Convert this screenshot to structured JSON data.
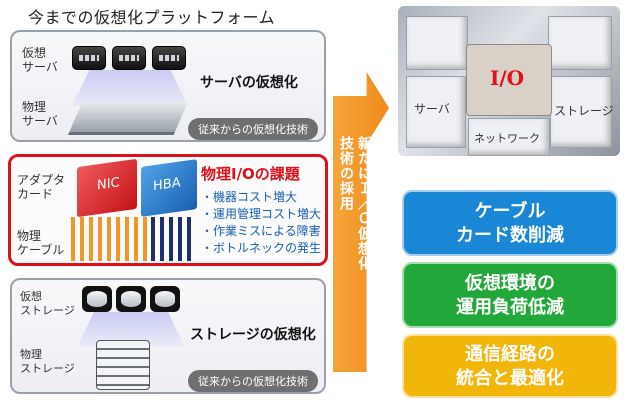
{
  "title": "今までの仮想化プラットフォーム",
  "panel_server": {
    "virtual_label": "仮想\nサーバ",
    "physical_label": "物理\nサーバ",
    "heading": "サーバの仮想化",
    "pill": "従来からの仮想化技術"
  },
  "panel_io": {
    "adapter_label": "アダプタ\nカード",
    "cable_label": "物理\nケーブル",
    "heading": "物理I/Oの課題",
    "nic": "NIC",
    "hba": "HBA",
    "issues": [
      "機器コスト増大",
      "運用管理コスト増大",
      "作業ミスによる障害",
      "ボトルネックの発生"
    ]
  },
  "panel_storage": {
    "virtual_label": "仮想\nストレージ",
    "physical_label": "物理\nストレージ",
    "heading": "ストレージの仮想化",
    "pill": "従来からの仮想化技術"
  },
  "arrow": {
    "line1": "新たにＩ／Ｏ仮想化",
    "line2": "技術の採用"
  },
  "puzzle": {
    "center": "I/O",
    "left": "サーバ",
    "right": "ストレージ",
    "bottom": "ネットワーク"
  },
  "benefits": [
    {
      "line1": "ケーブル",
      "line2": "カード数削減",
      "color": "#1a86d6"
    },
    {
      "line1": "仮想環境の",
      "line2": "運用負荷低減",
      "color": "#22a83a"
    },
    {
      "line1": "通信経路の",
      "line2": "統合と最適化",
      "color": "#f2b50a"
    }
  ],
  "colors": {
    "accent_red": "#e0101a",
    "arrow": "#f08a1a"
  }
}
